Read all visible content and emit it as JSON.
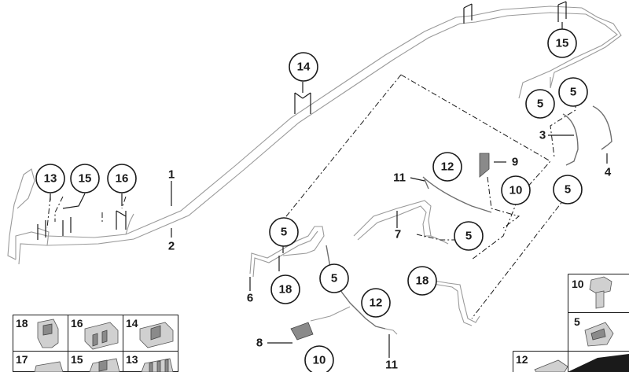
{
  "callouts": [
    {
      "id": "c14",
      "label": "14"
    },
    {
      "id": "c15a",
      "label": "15"
    },
    {
      "id": "c13",
      "label": "13"
    },
    {
      "id": "c15b",
      "label": "15"
    },
    {
      "id": "c16",
      "label": "16"
    },
    {
      "id": "c5a",
      "label": "5"
    },
    {
      "id": "c5b",
      "label": "5"
    },
    {
      "id": "c12a",
      "label": "12"
    },
    {
      "id": "c10a",
      "label": "10"
    },
    {
      "id": "c5c",
      "label": "5"
    },
    {
      "id": "c5d",
      "label": "5"
    },
    {
      "id": "c5e",
      "label": "5"
    },
    {
      "id": "c18a",
      "label": "18"
    },
    {
      "id": "c5f",
      "label": "5"
    },
    {
      "id": "c18b",
      "label": "18"
    },
    {
      "id": "c12b",
      "label": "12"
    },
    {
      "id": "c10b",
      "label": "10"
    }
  ],
  "labels": {
    "n1": "1",
    "n2": "2",
    "n3": "3",
    "n4": "4",
    "n6": "6",
    "n7": "7",
    "n8": "8",
    "n9": "9",
    "n11a": "11",
    "n11b": "11"
  },
  "legend_left": [
    {
      "label": "18"
    },
    {
      "label": "16"
    },
    {
      "label": "14"
    },
    {
      "label": "17"
    },
    {
      "label": "15"
    },
    {
      "label": "13"
    }
  ],
  "legend_right": [
    {
      "label": "10"
    },
    {
      "label": "5"
    },
    {
      "label": "12"
    }
  ]
}
